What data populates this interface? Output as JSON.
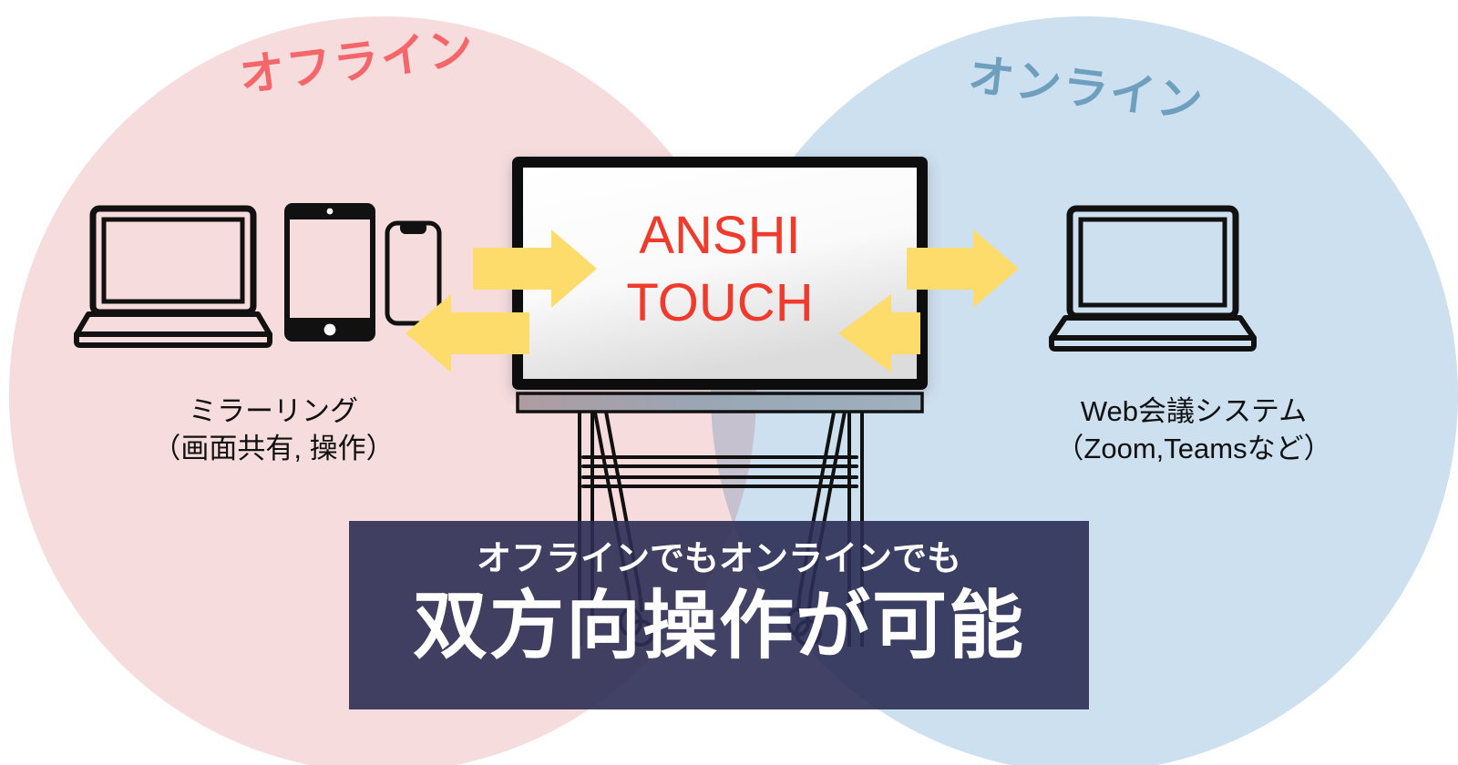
{
  "colors": {
    "offline_circle": "#f6dcdd",
    "online_circle": "#cde0ef",
    "offline_label": "#f4666a",
    "online_label": "#6e9fbe",
    "arrow_yellow": "#fddc6c",
    "banner_bg": "#2c2e54",
    "brand_red": "#ef3a2c",
    "outline_black": "#111111",
    "screen_white": "#fbfbfb"
  },
  "venn": {
    "offline_label": "オフライン",
    "online_label": "オンライン"
  },
  "whiteboard": {
    "brand_line1": "ANSHI",
    "brand_line2": "TOUCH"
  },
  "left_side": {
    "caption_line1": "ミラーリング",
    "caption_line2": "（画面共有, 操作）",
    "devices": [
      "laptop-icon",
      "tablet-icon",
      "smartphone-icon"
    ]
  },
  "right_side": {
    "caption_line1": "Web会議システム",
    "caption_line2": "（Zoom,Teamsなど）",
    "devices": [
      "laptop-icon"
    ]
  },
  "arrows": {
    "left_to_board": "arrow-right-icon",
    "board_to_left": "arrow-left-icon",
    "board_to_right": "arrow-right-icon",
    "right_to_board": "arrow-left-icon"
  },
  "banner": {
    "line1": "オフラインでもオンラインでも",
    "line2": "双方向操作が可能"
  }
}
